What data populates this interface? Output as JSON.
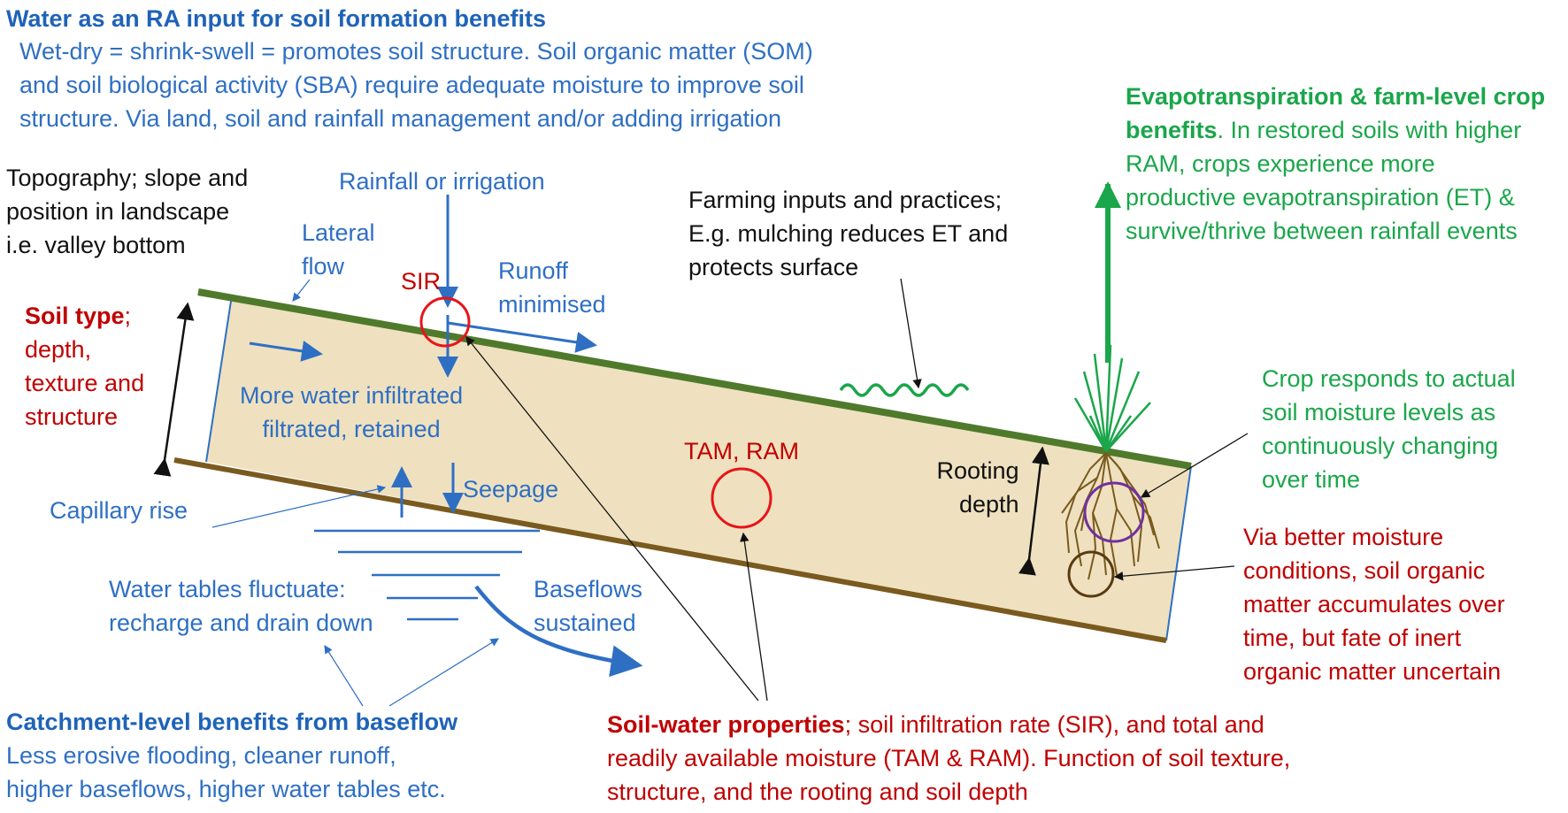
{
  "colors": {
    "blue": "#2e6fc4",
    "red": "#c00000",
    "green": "#1aa64a",
    "soil_fill": "#efe1bf",
    "surface_line": "#4f7a2c",
    "bottom_line": "#7a5a1e",
    "root_brown": "#7a5a1e",
    "circle_purple": "#7030a0",
    "circle_brown": "#5a3a10"
  },
  "water_input": {
    "title": "Water as an RA input for soil formation benefits",
    "lines": [
      "Wet-dry = shrink-swell = promotes soil structure.  Soil organic matter (SOM)",
      "and soil biological activity (SBA) require adequate moisture to improve soil",
      "structure. Via land, soil and rainfall management and/or adding irrigation"
    ]
  },
  "topography": {
    "lines": [
      "Topography; slope and",
      "position in landscape",
      "i.e. valley bottom"
    ]
  },
  "rainfall_label": "Rainfall or irrigation",
  "lateral_flow": {
    "lines": [
      "Lateral",
      "flow"
    ]
  },
  "sir_label": "SIR",
  "runoff": {
    "lines": [
      "Runoff",
      "minimised"
    ]
  },
  "farming": {
    "lines": [
      "Farming inputs and practices;",
      "E.g. mulching reduces ET and",
      "protects surface"
    ]
  },
  "evapotranspiration": {
    "title": "Evapotranspiration & farm-level crop",
    "title_bold_2": "benefits",
    "line_2_rest": ".  In restored soils with higher",
    "lines": [
      "RAM, crops experience more",
      "productive evapotranspiration (ET) &",
      "survive/thrive between rainfall events"
    ]
  },
  "soil_type": {
    "title": "Soil type",
    "title_suffix": ";",
    "lines": [
      "depth,",
      "texture and",
      "structure"
    ]
  },
  "infiltrated": {
    "lines": [
      "More water infiltrated",
      "filtrated, retained"
    ]
  },
  "tam_ram_label": "TAM, RAM",
  "rooting_depth": {
    "lines": [
      "Rooting",
      "depth"
    ]
  },
  "crop_responds": {
    "lines": [
      "Crop responds to actual",
      "soil moisture levels as",
      "continuously changing",
      "over time"
    ]
  },
  "capillary_rise": "Capillary rise",
  "seepage": "Seepage",
  "water_tables": {
    "lines": [
      "Water tables fluctuate:",
      "recharge and drain down"
    ]
  },
  "baseflows": {
    "lines": [
      "Baseflows",
      "sustained"
    ]
  },
  "via_better": {
    "lines": [
      "Via better moisture",
      "conditions, soil organic",
      "matter accumulates over",
      "time, but fate of inert",
      "organic matter uncertain"
    ]
  },
  "catchment": {
    "title": "Catchment-level benefits from baseflow",
    "lines": [
      "Less erosive flooding, cleaner runoff,",
      "higher baseflows, higher water tables etc."
    ]
  },
  "soil_water": {
    "title": "Soil-water properties",
    "line_1_rest": "; soil infiltration rate (SIR), and total and",
    "lines": [
      "readily available moisture (TAM & RAM). Function of soil texture,",
      "structure, and the rooting and soil depth"
    ]
  }
}
